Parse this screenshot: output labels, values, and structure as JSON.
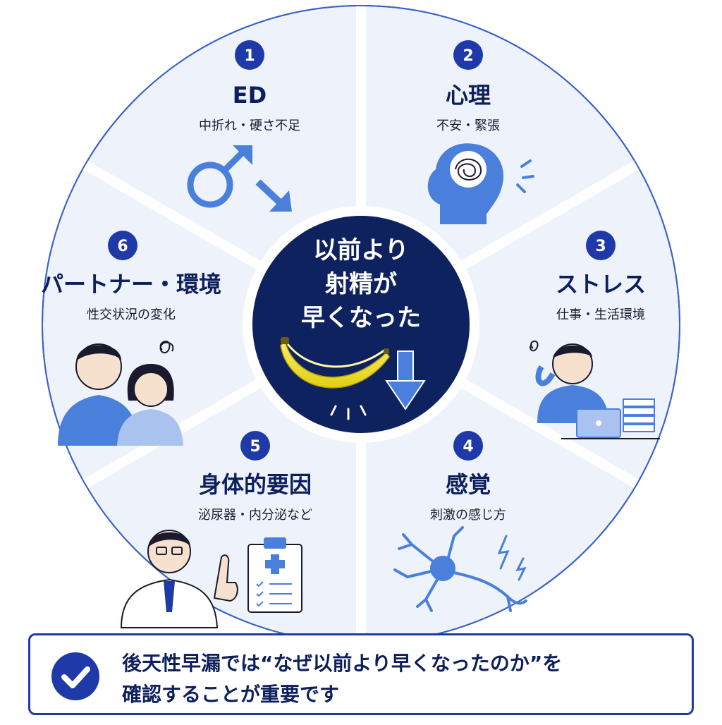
{
  "center": {
    "lines": [
      "以前より",
      "射精が",
      "早くなった"
    ]
  },
  "segments": [
    {
      "number": "1",
      "title": "ED",
      "subtitle": "中折れ・硬さ不足",
      "icon": "male-symbol-down-arrow-icon"
    },
    {
      "number": "2",
      "title": "心理",
      "subtitle": "不安・緊張",
      "icon": "anxious-head-icon"
    },
    {
      "number": "3",
      "title": "ストレス",
      "subtitle": "仕事・生活環境",
      "icon": "stressed-worker-icon"
    },
    {
      "number": "4",
      "title": "感覚",
      "subtitle": "刺激の感じ方",
      "icon": "neuron-icon"
    },
    {
      "number": "5",
      "title": "身体的要因",
      "subtitle": "泌尿器・内分泌など",
      "icon": "doctor-clipboard-icon"
    },
    {
      "number": "6",
      "title": "パートナー・環境",
      "subtitle": "性交状況の変化",
      "icon": "worried-couple-icon"
    }
  ],
  "note": {
    "line1": "後天性早漏では“なぜ以前より早くなったのか”を",
    "line2": "確認することが重要です",
    "icon": "check-circle-icon"
  },
  "colors": {
    "accent": "#1f3aa8",
    "center_bg": "#0f2260",
    "segment_bg": "#eef3fb",
    "icon_blue": "#4a7fdc",
    "banana": "#f3e43a"
  }
}
